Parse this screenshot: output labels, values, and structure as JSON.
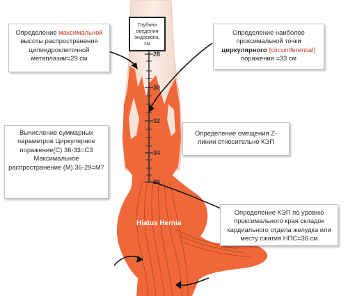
{
  "depth_box": {
    "line1": "Глубина",
    "line2": "введения",
    "line3": "эндоскопа,",
    "line4": "см"
  },
  "ticks": [
    "28",
    "30",
    "32",
    "34",
    "36"
  ],
  "hernia_label": "Hiatus Hernia",
  "box_max_height": {
    "part1": "Определение ",
    "part1_red": "максимальной",
    "line2": "высоты распространения",
    "line3": "цилиндроклеточной",
    "line4": "метаплазии=29 см"
  },
  "box_circumferential": {
    "line1": "Определение наиболее",
    "line2": "проксимальной точки",
    "line3_bold": "циркулярного",
    "line3_red": " (circumferential)",
    "line4": "поражения =33 см"
  },
  "box_summary": {
    "line1": "Вычисление суммарных",
    "line2": "параметров",
    "line3": "Циркулярное поражение(С)",
    "line4": "36-33=С3",
    "line5": "Максимальное",
    "line6": "распространение (М)",
    "line7": "36-29=М7"
  },
  "box_zline": {
    "line1": "Определение смещения Z-линии",
    "line2": "относительно КЭП"
  },
  "box_gej": {
    "line1": "Определение КЭП по уровню",
    "line2": "проксимального края складок",
    "line3": "кардиального отдела желудка или",
    "line4": "месту сжатия  НПС=36 см"
  },
  "colors": {
    "tissue_orange": "#f0683a",
    "tissue_pale": "#f7e3d8",
    "text_red": "#c0392b"
  }
}
